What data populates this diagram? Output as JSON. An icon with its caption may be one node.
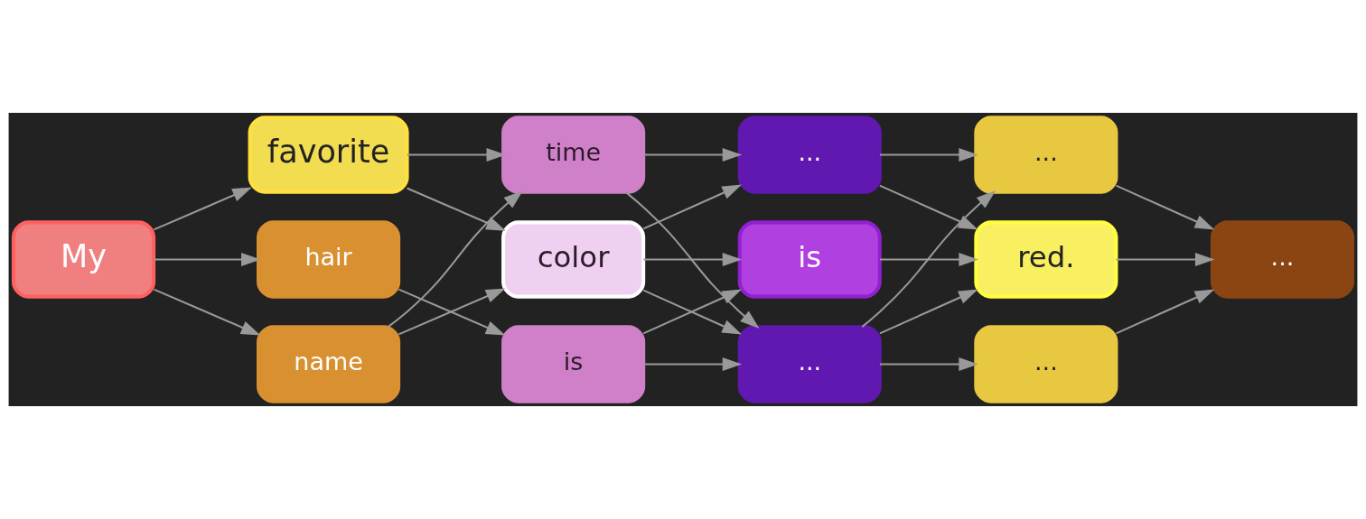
{
  "diagram": {
    "nodes": [
      {
        "text": [
          "My"
        ]
      },
      {
        "text": [
          "favorite"
        ]
      },
      {
        "text": [
          "hair"
        ]
      },
      {
        "text": [
          "name"
        ]
      },
      {
        "text": [
          "time"
        ]
      },
      {
        "text": [
          "color"
        ]
      },
      {
        "text": [
          "is"
        ]
      },
      {
        "text": [
          "..."
        ]
      },
      {
        "text": [
          "is"
        ]
      },
      {
        "text": [
          "..."
        ]
      },
      {
        "text": [
          "..."
        ]
      },
      {
        "text": [
          "red."
        ]
      },
      {
        "text": [
          "..."
        ]
      },
      {
        "text": [
          "..."
        ]
      }
    ],
    "edges": [
      {
        "from": 0,
        "to": 1,
        "arrow": "to"
      },
      {
        "from": 0,
        "to": 2,
        "arrow": "to"
      },
      {
        "from": 0,
        "to": 3,
        "arrow": "to"
      },
      {
        "from": 1,
        "to": 4,
        "arrow": "to"
      },
      {
        "from": 1,
        "to": 5,
        "arrow": "to"
      },
      {
        "from": 2,
        "to": 6,
        "arrow": "to"
      },
      {
        "from": 3,
        "to": 4,
        "arrow": "to"
      },
      {
        "from": 3,
        "to": 5,
        "arrow": "to"
      },
      {
        "from": 4,
        "to": 7,
        "arrow": "to"
      },
      {
        "from": 4,
        "to": 9,
        "arrow": "to"
      },
      {
        "from": 5,
        "to": 7,
        "arrow": "to"
      },
      {
        "from": 5,
        "to": 8,
        "arrow": "to"
      },
      {
        "from": 5,
        "to": 9,
        "arrow": "to"
      },
      {
        "from": 6,
        "to": 8,
        "arrow": "to"
      },
      {
        "from": 6,
        "to": 9,
        "arrow": "to"
      },
      {
        "from": 7,
        "to": 10,
        "arrow": "to"
      },
      {
        "from": 7,
        "to": 11,
        "arrow": "to"
      },
      {
        "from": 8,
        "to": 11,
        "arrow": "to"
      },
      {
        "from": 9,
        "to": 10,
        "arrow": "to"
      },
      {
        "from": 9,
        "to": 11,
        "arrow": "to"
      },
      {
        "from": 9,
        "to": 12,
        "arrow": "to"
      },
      {
        "from": 10,
        "to": 13,
        "arrow": "to"
      },
      {
        "from": 11,
        "to": 13,
        "arrow": "to"
      },
      {
        "from": 12,
        "to": 13,
        "arrow": "to"
      }
    ]
  }
}
